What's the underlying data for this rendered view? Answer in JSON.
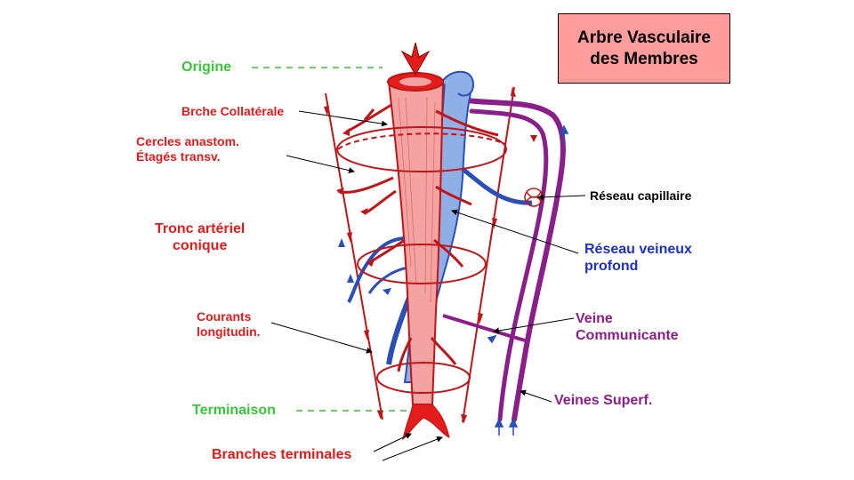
{
  "title": {
    "line1": "Arbre Vasculaire",
    "line2": "des Membres"
  },
  "labels": {
    "origine": "Origine",
    "brche_collaterale": "Brche Collatérale",
    "cercles_line1": "Cercles anastom.",
    "cercles_line2": "Étagés transv.",
    "tronc_line1": "Tronc artériel",
    "tronc_line2": "conique",
    "courants_line1": "Courants",
    "courants_line2": "longitudin.",
    "terminaison": "Terminaison",
    "branches_terminales": "Branches terminales",
    "reseau_capillaire": "Réseau capillaire",
    "reseau_veineux_line1": "Réseau veineux",
    "reseau_veineux_line2": "profond",
    "veine_comm_line1": "Veine",
    "veine_comm_line2": "Communicante",
    "veines_superf": "Veines Superf."
  },
  "colors": {
    "artery_red": "#e31b1b",
    "artery_fill": "#f4a3a3",
    "vein_blue": "#3a63c9",
    "vein_fill": "#8fb0e6",
    "superficial_vein_purple": "#8a1e8a",
    "origin_green": "#3cc43c",
    "title_box_fill": "#ff9c9c"
  }
}
